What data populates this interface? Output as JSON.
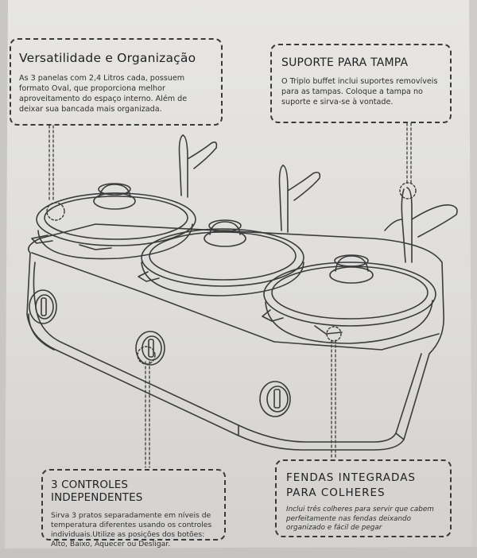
{
  "features": {
    "versatilidade": {
      "title": "Versatilidade e Organização",
      "body": "As 3 panelas com 2,4 Litros cada, possuem formato Oval, que proporciona melhor aproveitamento do espaço interno. Além de deixar sua bancada mais organizada."
    },
    "suporte": {
      "title": "SUPORTE PARA TAMPA",
      "body": "O Triplo buffet inclui suportes removíveis para as tampas. Coloque a tampa no suporte e sirva-se à vontade."
    },
    "controles": {
      "title": "3 CONTROLES INDEPENDENTES",
      "body": "Sirva 3 pratos separadamente em níveis de temperatura diferentes usando os controles individuais.Utilize as posições dos botões: Alto, Baixo, Aquecer ou Desligar."
    },
    "fendas": {
      "title_line1": "FENDAS INTEGRADAS",
      "title_line2": "PARA COLHERES",
      "body": "Inclui três colheres para servir que cabem perfeitamente nas fendas  deixando organizado e fácil de pegar"
    }
  },
  "colors": {
    "paper": "#e4e3e1",
    "ink": "#2b2b2b"
  },
  "icons": [
    "triple-buffet-server-illustration",
    "lid-rest-icon",
    "control-knob-icon"
  ]
}
